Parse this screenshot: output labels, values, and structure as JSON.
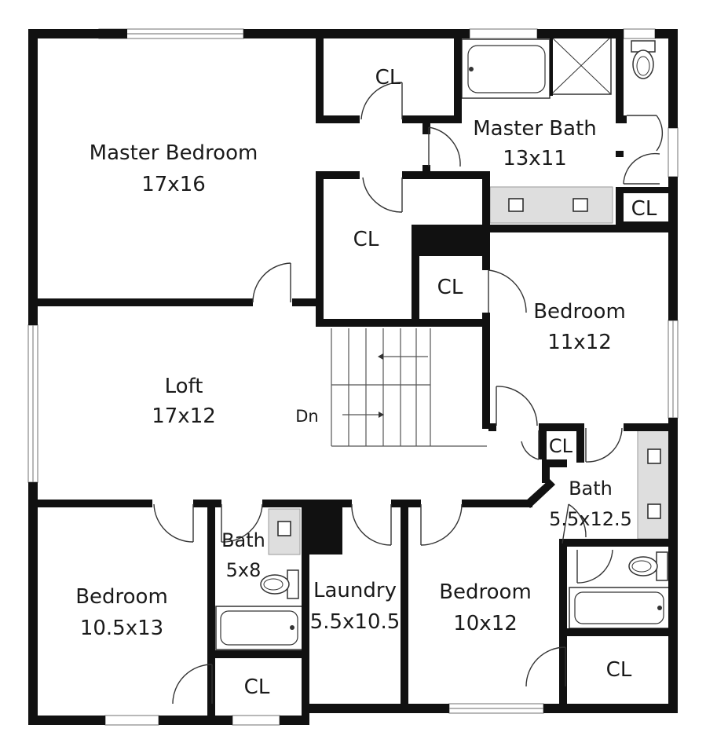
{
  "rooms": {
    "master_bedroom": {
      "name": "Master Bedroom",
      "size": "17x16"
    },
    "master_bath": {
      "name": "Master Bath",
      "size": "13x11"
    },
    "loft": {
      "name": "Loft",
      "size": "17x12"
    },
    "bedroom_east": {
      "name": "Bedroom",
      "size": "11x12"
    },
    "bedroom_sw": {
      "name": "Bedroom",
      "size": "10.5x13"
    },
    "bath_small": {
      "name": "Bath",
      "size": "5x8"
    },
    "laundry": {
      "name": "Laundry",
      "size": "5.5x10.5"
    },
    "bedroom_south": {
      "name": "Bedroom",
      "size": "10x12"
    },
    "bath_east": {
      "name": "Bath",
      "size": "5.5x12.5"
    }
  },
  "closets": {
    "top": "CL",
    "middle": "CL",
    "small": "CL",
    "master_bath": "CL",
    "hall": "CL",
    "sw": "CL",
    "se": "CL"
  },
  "stairs": {
    "label": "Dn"
  }
}
